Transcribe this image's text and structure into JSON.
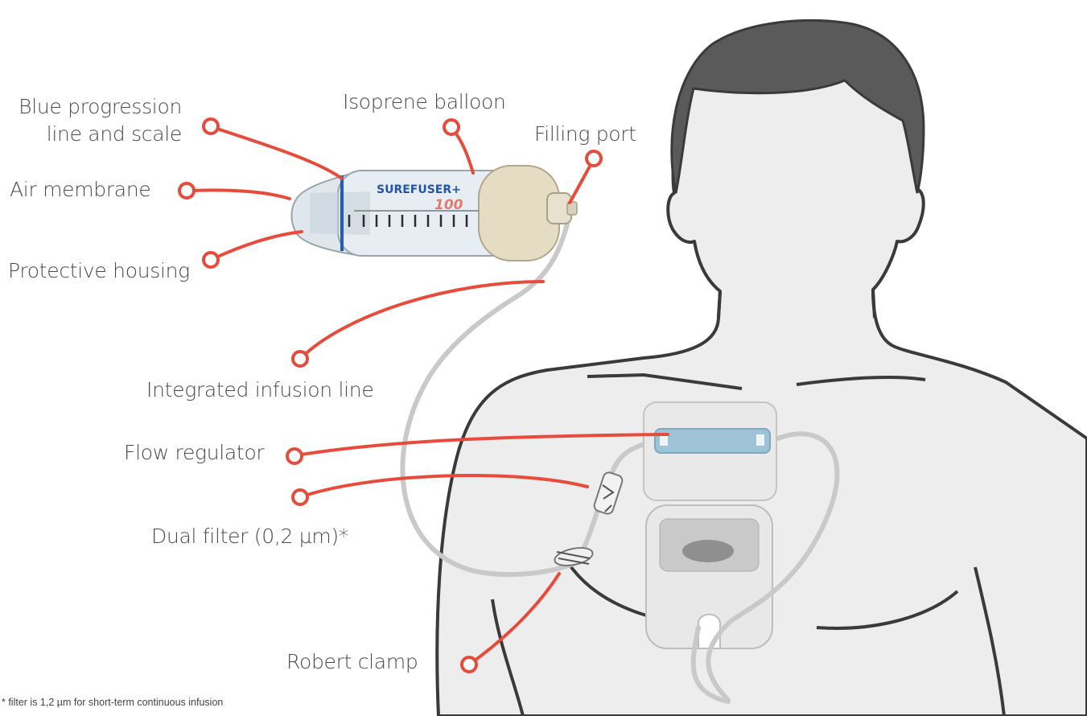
{
  "colors": {
    "callout": "#e64b3c",
    "silhouette_fill": "#ededed",
    "silhouette_stroke": "#3a3a3a",
    "hair": "#5a5a5a",
    "scale_line": "#1f5db8"
  },
  "device": {
    "brand": "SUREFUSER+",
    "volume": "100"
  },
  "labels": {
    "blue_progression_line_1": "Blue progression",
    "blue_progression_line_2": "line and scale",
    "isoprene_balloon": "Isoprene balloon",
    "filling_port": "Filling port",
    "air_membrane": "Air membrane",
    "protective_housing": "Protective housing",
    "integrated_infusion_line": "Integrated infusion line",
    "flow_regulator": "Flow regulator",
    "dual_filter": "Dual filter (0,2 µm)*",
    "robert_clamp": "Robert clamp"
  },
  "footnote": "* filter is 1,2 µm for short-term continuous infusion"
}
